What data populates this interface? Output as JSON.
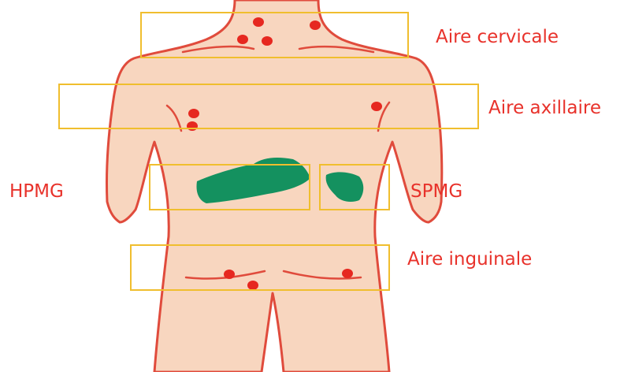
{
  "labels": {
    "cervical": "Aire cervicale",
    "axillary": "Aire axillaire",
    "hepatomegaly": "HPMG",
    "splenomegaly": "SPMG",
    "inguinal": "Aire inguinale"
  },
  "colors": {
    "label_text": "#e8322b",
    "region_box": "#f0be2e",
    "skin": "#f8d6bf",
    "outline": "#e04b3c",
    "lymph_node": "#e62820",
    "organ": "#14915f",
    "background": "#ffffff"
  },
  "lymph_node_counts": {
    "cervical": 4,
    "axillary": 3,
    "inguinal": 3
  }
}
